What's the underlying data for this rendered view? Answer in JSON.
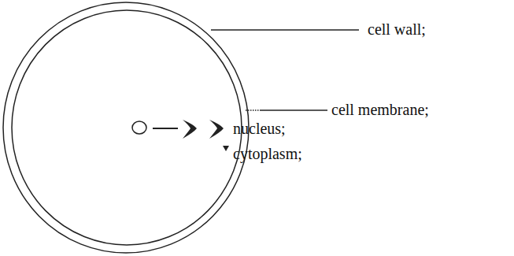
{
  "diagram": {
    "labels": [
      "cell wall;",
      "cell membrane;",
      "nucleus;",
      "cytoplasm;"
    ]
  }
}
